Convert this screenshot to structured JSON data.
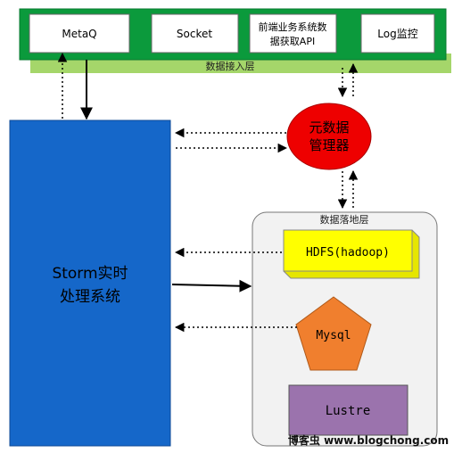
{
  "access_layer": {
    "label": "数据接入层",
    "sources": [
      {
        "lines": [
          "MetaQ"
        ]
      },
      {
        "lines": [
          "Socket"
        ]
      },
      {
        "lines": [
          "前端业务系统数",
          "据获取API"
        ]
      },
      {
        "lines": [
          "Log监控"
        ]
      }
    ]
  },
  "metadata_manager": {
    "lines": [
      "元数据",
      "管理器"
    ]
  },
  "storm": {
    "lines": [
      "Storm实时",
      "处理系统"
    ]
  },
  "storage_layer": {
    "label": "数据落地层",
    "hdfs": "HDFS(hadoop)",
    "mysql": "Mysql",
    "lustre": "Lustre"
  },
  "watermark": "博客虫 www.blogchong.com",
  "colors": {
    "access_bar": "#0b9a3c",
    "access_shadow": "#a5d66a",
    "storm": "#1567c9",
    "metadata": "#ee0000",
    "hdfs": "#ffff00",
    "mysql": "#f07f2e",
    "lustre": "#9b73ad",
    "storage_panel": "#f2f2f2"
  }
}
